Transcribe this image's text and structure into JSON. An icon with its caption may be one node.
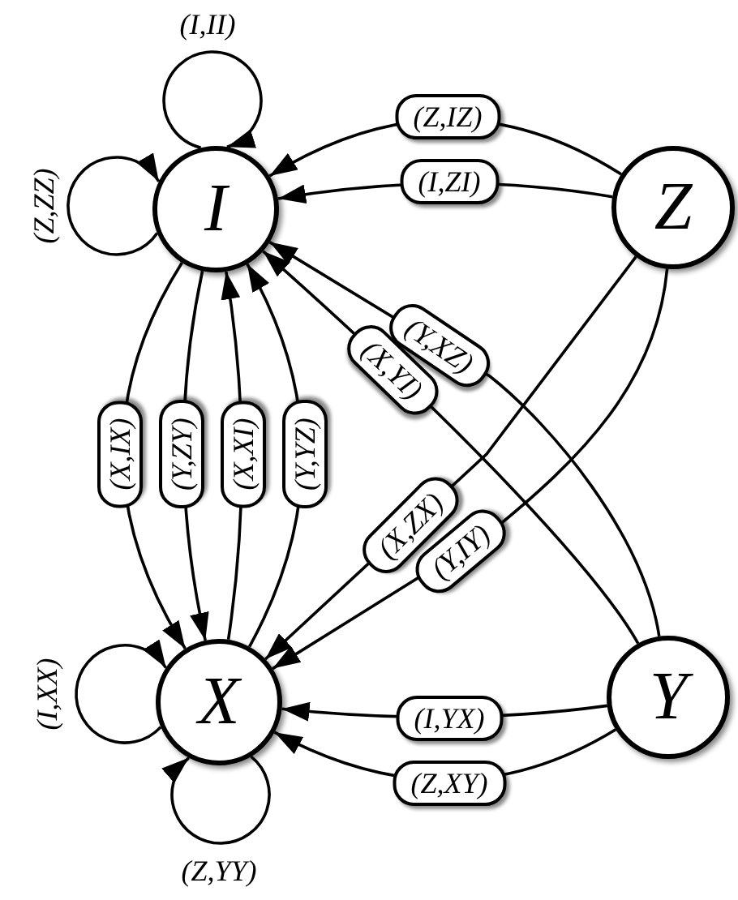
{
  "diagram": {
    "nodes": [
      {
        "text": [
          "I"
        ]
      },
      {
        "text": [
          "Z"
        ]
      },
      {
        "text": [
          "X"
        ]
      },
      {
        "text": [
          "Y"
        ]
      }
    ],
    "edges": [
      {
        "from": 0,
        "to": 0,
        "arrow": "to",
        "label": "(I,II)"
      },
      {
        "from": 0,
        "to": 0,
        "arrow": "to",
        "label": "(Z,ZZ)"
      },
      {
        "from": 1,
        "to": 0,
        "arrow": "to",
        "label": "(Z,IZ)"
      },
      {
        "from": 1,
        "to": 0,
        "arrow": "to",
        "label": "(I,ZI)"
      },
      {
        "from": 3,
        "to": 0,
        "arrow": "to",
        "label": "(Y,XZ)"
      },
      {
        "from": 3,
        "to": 0,
        "arrow": "to",
        "label": "(X,YI)"
      },
      {
        "from": 1,
        "to": 2,
        "arrow": "to",
        "label": "(X,ZX)"
      },
      {
        "from": 1,
        "to": 2,
        "arrow": "to",
        "label": "(Y,IY)"
      },
      {
        "from": 0,
        "to": 2,
        "arrow": "to",
        "label": "(X,IX)"
      },
      {
        "from": 0,
        "to": 2,
        "arrow": "to",
        "label": "(Y,ZY)"
      },
      {
        "from": 2,
        "to": 0,
        "arrow": "to",
        "label": "(X,XI)"
      },
      {
        "from": 2,
        "to": 0,
        "arrow": "to",
        "label": "(Y,YZ)"
      },
      {
        "from": 3,
        "to": 2,
        "arrow": "to",
        "label": "(I,YX)"
      },
      {
        "from": 3,
        "to": 2,
        "arrow": "to",
        "label": "(Z,XY)"
      },
      {
        "from": 2,
        "to": 2,
        "arrow": "to",
        "label": "(I,XX)"
      },
      {
        "from": 2,
        "to": 2,
        "arrow": "to",
        "label": "(Z,YY)"
      }
    ]
  }
}
